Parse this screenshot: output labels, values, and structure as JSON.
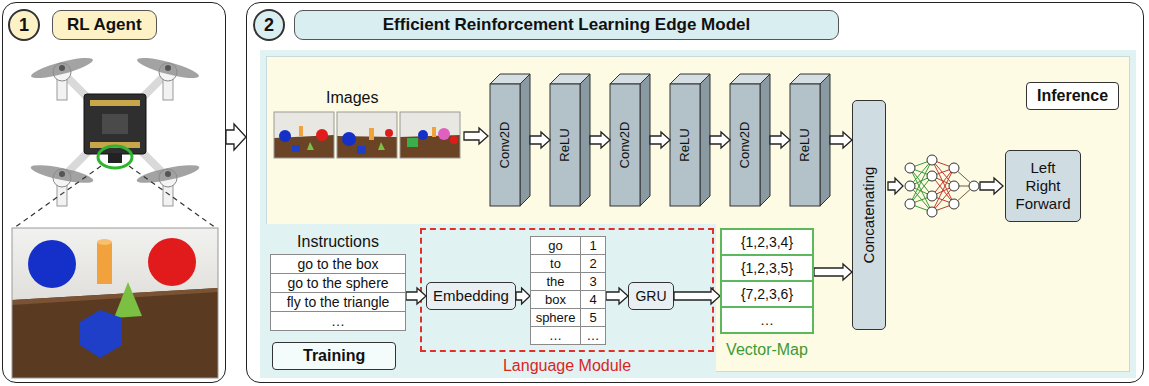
{
  "diagram": {
    "nodes": [
      {
        "text": [
          "1",
          "RL Agent"
        ]
      },
      {
        "text": [
          "2",
          "Efficient Reinforcement Learning Edge Model"
        ]
      },
      {
        "text": [
          "Inference"
        ],
        "in": 1
      },
      {
        "text": [
          "Conv2D"
        ],
        "in": 2
      },
      {
        "text": [
          "ReLU"
        ],
        "in": 2
      },
      {
        "text": [
          "Conv2D"
        ],
        "in": 2
      },
      {
        "text": [
          "ReLU"
        ],
        "in": 2
      },
      {
        "text": [
          "Conv2D"
        ],
        "in": 2
      },
      {
        "text": [
          "ReLU"
        ],
        "in": 2
      },
      {
        "text": [
          "Concatenating"
        ],
        "in": 2
      },
      {
        "text": [
          "Left Right Forward"
        ],
        "in": 2
      },
      {
        "text": [
          "Training"
        ],
        "in": 1
      },
      {
        "text": [
          "Instructions",
          "go to the box",
          "go to the sphere",
          "fly to the triangle",
          "…"
        ],
        "in": 11
      },
      {
        "text": [
          "Language Module"
        ],
        "in": 11
      },
      {
        "text": [
          "Embedding"
        ],
        "in": 13
      },
      {
        "text": [
          "go",
          "1",
          "to",
          "2",
          "the",
          "3",
          "box",
          "4",
          "sphere",
          "5",
          "…",
          "…"
        ],
        "in": 13
      },
      {
        "text": [
          "GRU"
        ],
        "in": 13
      },
      {
        "text": [
          "{1,2,3,4}",
          "{1,2,3,5}",
          "{7,2,3,6}",
          "…",
          "Vector-Map"
        ],
        "in": 2
      }
    ],
    "edges": [
      {
        "from": 0,
        "to": 1,
        "arrow": "to"
      },
      {
        "from": 3,
        "to": 4,
        "arrow": "to"
      },
      {
        "from": 4,
        "to": 5,
        "arrow": "to"
      },
      {
        "from": 5,
        "to": 6,
        "arrow": "to"
      },
      {
        "from": 6,
        "to": 7,
        "arrow": "to"
      },
      {
        "from": 7,
        "to": 8,
        "arrow": "to"
      },
      {
        "from": 8,
        "to": 9,
        "arrow": "to"
      },
      {
        "from": 12,
        "to": 14,
        "arrow": "to"
      },
      {
        "from": 14,
        "to": 15,
        "arrow": "to"
      },
      {
        "from": 15,
        "to": 16,
        "arrow": "to"
      },
      {
        "from": 16,
        "to": 17,
        "arrow": "to"
      },
      {
        "from": 17,
        "to": 9,
        "arrow": "to"
      }
    ],
    "labels": [
      "Images"
    ]
  }
}
